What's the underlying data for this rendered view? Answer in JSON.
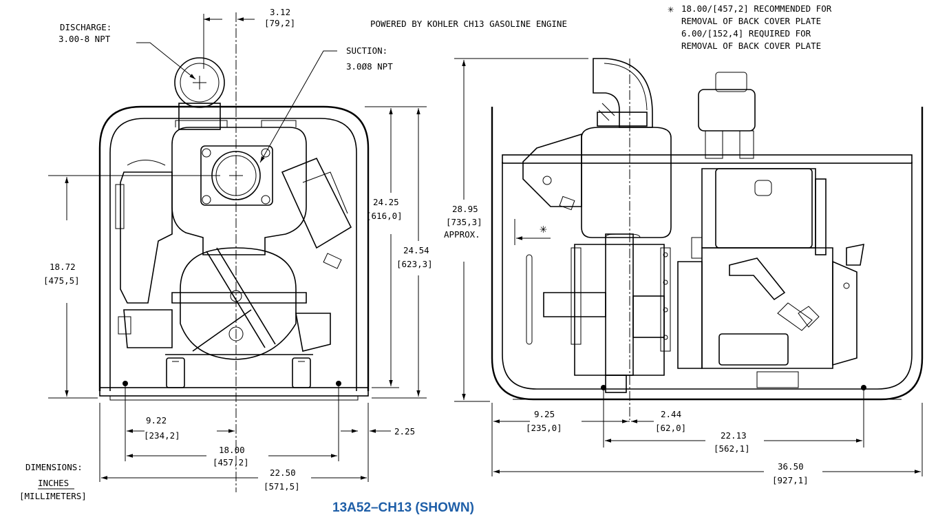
{
  "header": {
    "powered_by": "POWERED BY KOHLER CH13 GASOLINE ENGINE",
    "note_line1": "18.00/[457,2] RECOMMENDED FOR",
    "note_line2": "REMOVAL OF BACK COVER PLATE",
    "note_line3": "6.00/[152,4] REQUIRED FOR",
    "note_line4": "REMOVAL OF BACK COVER PLATE",
    "note_symbol": "✳"
  },
  "front_view": {
    "discharge_label": "DISCHARGE:",
    "discharge_size": "3.00-8 NPT",
    "suction_label": "SUCTION:",
    "suction_size": "3.0Ø8 NPT",
    "dim_offset_in": "3.12",
    "dim_offset_mm": "[79,2]",
    "dim_outlet_height_in": "18.72",
    "dim_outlet_height_mm": "[475,5]",
    "dim_frame_height_in": "24.25",
    "dim_frame_height_mm": "[616,0]",
    "dim_total_height_in": "24.54",
    "dim_total_height_mm": "[623,3]",
    "dim_half_width_in": "9.22",
    "dim_half_width_mm": "[234,2]",
    "dim_mount_width_in": "18.00",
    "dim_mount_width_mm": "[457,2]",
    "dim_overall_width_in": "22.50",
    "dim_overall_width_mm": "[571,5]",
    "dim_edge_in": "2.25"
  },
  "side_view": {
    "dim_height_in": "28.95",
    "dim_height_mm": "[735,3]",
    "dim_height_note": "APPROX.",
    "dim_clearance_symbol": "✳",
    "dim_front_in": "9.25",
    "dim_front_mm": "[235,0]",
    "dim_offset_in": "2.44",
    "dim_offset_mm": "[62,0]",
    "dim_mount_in": "22.13",
    "dim_mount_mm": "[562,1]",
    "dim_overall_in": "36.50",
    "dim_overall_mm": "[927,1]"
  },
  "legend": {
    "line1": "DIMENSIONS:",
    "line2": "INCHES",
    "line3": "[MILLIMETERS]"
  },
  "caption": {
    "text": "13A52–CH13 (SHOWN)",
    "color": "#1f5fa8"
  }
}
